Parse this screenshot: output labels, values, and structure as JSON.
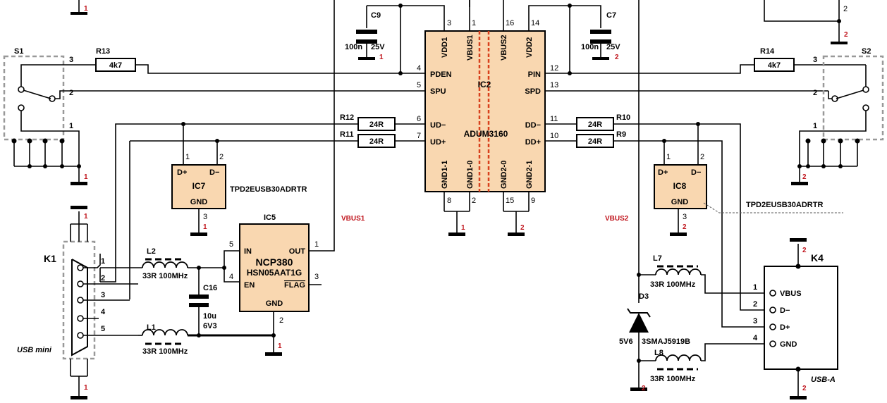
{
  "components": {
    "ic2": {
      "ref": "IC2",
      "part": "ADUM3160",
      "pins_left": [
        "PDEN",
        "SPU",
        "UD−",
        "UD+"
      ],
      "pins_right": [
        "PIN",
        "SPD",
        "DD−",
        "DD+"
      ],
      "pins_top": [
        "VDD1",
        "VBUS1",
        "VBUS2",
        "VDD2"
      ],
      "pins_bottom": [
        "GND1-1",
        "GND1-0",
        "GND2-0",
        "GND2-1"
      ],
      "nums_left": [
        "4",
        "5",
        "6",
        "7"
      ],
      "nums_right": [
        "12",
        "13",
        "11",
        "10"
      ],
      "nums_top": [
        "3",
        "1",
        "16",
        "14"
      ],
      "nums_bottom": [
        "8",
        "2",
        "15",
        "9"
      ]
    },
    "ic5": {
      "ref": "IC5",
      "part1": "NCP380",
      "part2": "HSN05AAT1G",
      "in": "IN",
      "en": "EN",
      "out": "OUT",
      "flag": "FLAG",
      "gnd": "GND",
      "n5": "5",
      "n4": "4",
      "n1": "1",
      "n3": "3",
      "n2": "2"
    },
    "ic7": {
      "ref": "IC7",
      "part": "TPD2EUSB30ADRTR",
      "dp": "D+",
      "dm": "D−",
      "gnd": "GND",
      "n1": "1",
      "n2": "2",
      "n3": "3"
    },
    "ic8": {
      "ref": "IC8",
      "part": "TPD2EUSB30ADRTR",
      "dp": "D+",
      "dm": "D−",
      "gnd": "GND",
      "n1": "1",
      "n2": "2",
      "n3": "3"
    },
    "k1": {
      "ref": "K1",
      "label": "USB mini",
      "pins": [
        "1",
        "2",
        "3",
        "4",
        "5"
      ]
    },
    "k4": {
      "ref": "K4",
      "label": "USB-A",
      "pins": [
        "VBUS",
        "D−",
        "D+",
        "GND"
      ],
      "nums": [
        "1",
        "2",
        "3",
        "4"
      ]
    },
    "s1": {
      "ref": "S1",
      "pins": [
        "3",
        "2",
        "1"
      ]
    },
    "s2": {
      "ref": "S2",
      "pins": [
        "3",
        "2",
        "1"
      ]
    },
    "r13": {
      "ref": "R13",
      "value": "4k7"
    },
    "r14": {
      "ref": "R14",
      "value": "4k7"
    },
    "r12": {
      "ref": "R12",
      "value": "24R"
    },
    "r11": {
      "ref": "R11",
      "value": "24R"
    },
    "r10": {
      "ref": "R10",
      "value": "24R"
    },
    "r9": {
      "ref": "R9",
      "value": "24R"
    },
    "c9": {
      "ref": "C9",
      "v1": "100n",
      "v2": "25V"
    },
    "c7": {
      "ref": "C7",
      "v1": "100n",
      "v2": "25V"
    },
    "c16": {
      "ref": "C16",
      "v1": "10u",
      "v2": "6V3"
    },
    "l1": {
      "ref": "L1",
      "value": "33R 100MHz"
    },
    "l2": {
      "ref": "L2",
      "value": "33R 100MHz"
    },
    "l7": {
      "ref": "L7",
      "value": "33R 100MHz"
    },
    "l8": {
      "ref": "L8",
      "value": "33R 100MHz"
    },
    "d3": {
      "ref": "D3",
      "part": "3SMAJ5919B",
      "value": "5V6"
    }
  },
  "nets": {
    "vbus1": "VBUS1",
    "vbus2": "VBUS2",
    "g1": "1",
    "g2": "2",
    "n2": "2"
  }
}
